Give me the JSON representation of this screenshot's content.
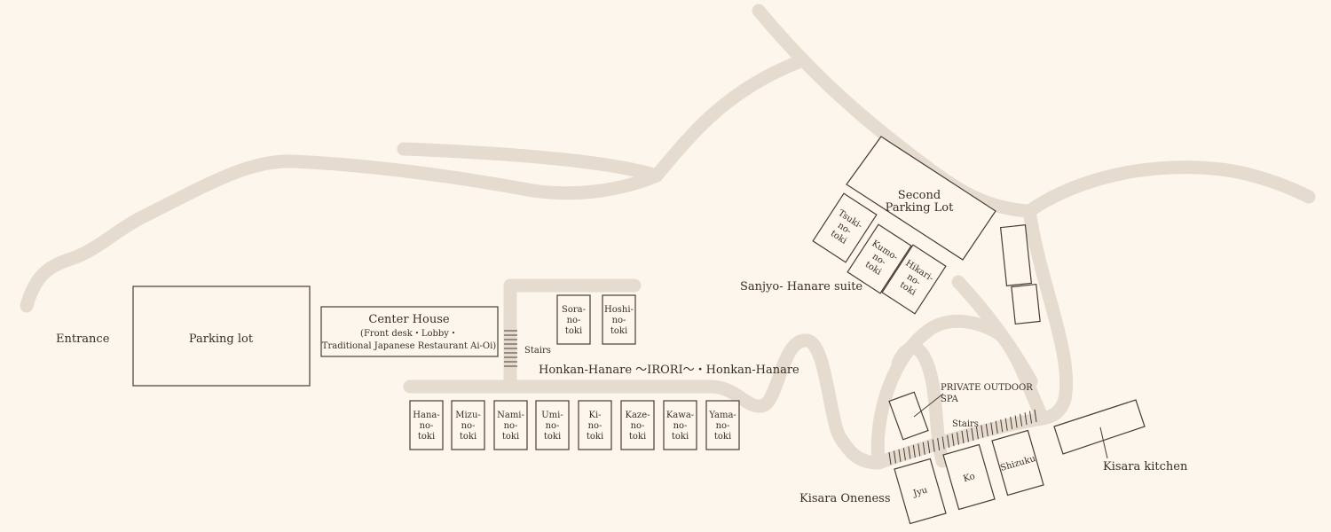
{
  "labels": {
    "entrance": "Entrance",
    "parking_lot": "Parking lot",
    "center_house": {
      "line1": "Center House",
      "line2": "(Front desk・Lobby・",
      "line3": "Traditional Japanese Restaurant Ai-Oi)"
    },
    "stairs_1": "Stairs",
    "stairs_2": "Stairs",
    "honkan": "Honkan-Hanare ～IRORI～・Honkan-Hanare",
    "second_parking": {
      "line1": "Second",
      "line2": "Parking Lot"
    },
    "sanjyo": "Sanjyo- Hanare suite",
    "private_spa": {
      "line1": "PRIVATE OUTDOOR",
      "line2": "SPA"
    },
    "kisara_oneness": "Kisara Oneness",
    "kisara_kitchen": "Kisara kitchen"
  },
  "upper_rooms": [
    {
      "id": "sora",
      "lines": [
        "Sora-",
        "no-",
        "toki"
      ]
    },
    {
      "id": "hoshi",
      "lines": [
        "Hoshi-",
        "no-",
        "toki"
      ]
    }
  ],
  "lower_rooms": [
    {
      "id": "hana",
      "lines": [
        "Hana-",
        "no-",
        "toki"
      ]
    },
    {
      "id": "mizu",
      "lines": [
        "Mizu-",
        "no-",
        "toki"
      ]
    },
    {
      "id": "nami",
      "lines": [
        "Nami-",
        "no-",
        "toki"
      ]
    },
    {
      "id": "umi",
      "lines": [
        "Umi-",
        "no-",
        "toki"
      ]
    },
    {
      "id": "ki",
      "lines": [
        "Ki-",
        "no-",
        "toki"
      ]
    },
    {
      "id": "kaze",
      "lines": [
        "Kaze-",
        "no-",
        "toki"
      ]
    },
    {
      "id": "kawa",
      "lines": [
        "Kawa-",
        "no-",
        "toki"
      ]
    },
    {
      "id": "yama",
      "lines": [
        "Yama-",
        "no-",
        "toki"
      ]
    }
  ],
  "suite_rooms": [
    {
      "id": "tsuki",
      "lines": [
        "Tsuki-",
        "no-",
        "toki"
      ]
    },
    {
      "id": "kumo",
      "lines": [
        "Kumo-",
        "no-",
        "toki"
      ]
    },
    {
      "id": "hikari",
      "lines": [
        "Hikari-",
        "no-",
        "toki"
      ]
    }
  ],
  "oneness_rooms": [
    {
      "id": "jyu",
      "lines": [
        "Jyu"
      ]
    },
    {
      "id": "ko",
      "lines": [
        "Ko"
      ]
    },
    {
      "id": "shizuku",
      "lines": [
        "Shizuku"
      ]
    }
  ],
  "colors": {
    "background": "#fcf6ec",
    "road": "#e5dccf",
    "outline": "#4a3c30",
    "text": "#3a2e24"
  }
}
